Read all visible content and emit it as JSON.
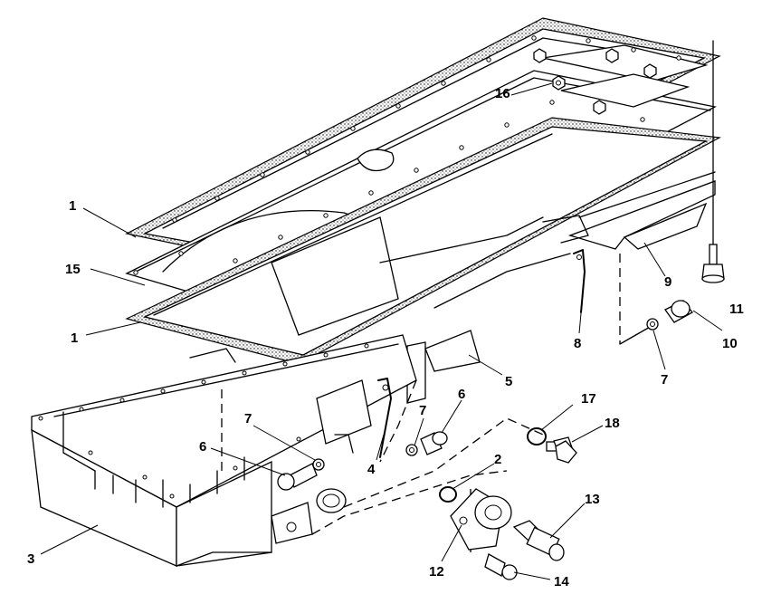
{
  "callouts": {
    "c1a": "1",
    "c15": "15",
    "c1b": "1",
    "c3": "3",
    "c16": "16",
    "c9": "9",
    "c11": "11",
    "c8": "8",
    "c10": "10",
    "c7a": "7",
    "c5": "5",
    "c17": "17",
    "c18": "18",
    "c6a": "6",
    "c7b": "7",
    "c7c": "7",
    "c6b": "6",
    "c4": "4",
    "c2": "2",
    "c13": "13",
    "c12": "12",
    "c14": "14"
  }
}
